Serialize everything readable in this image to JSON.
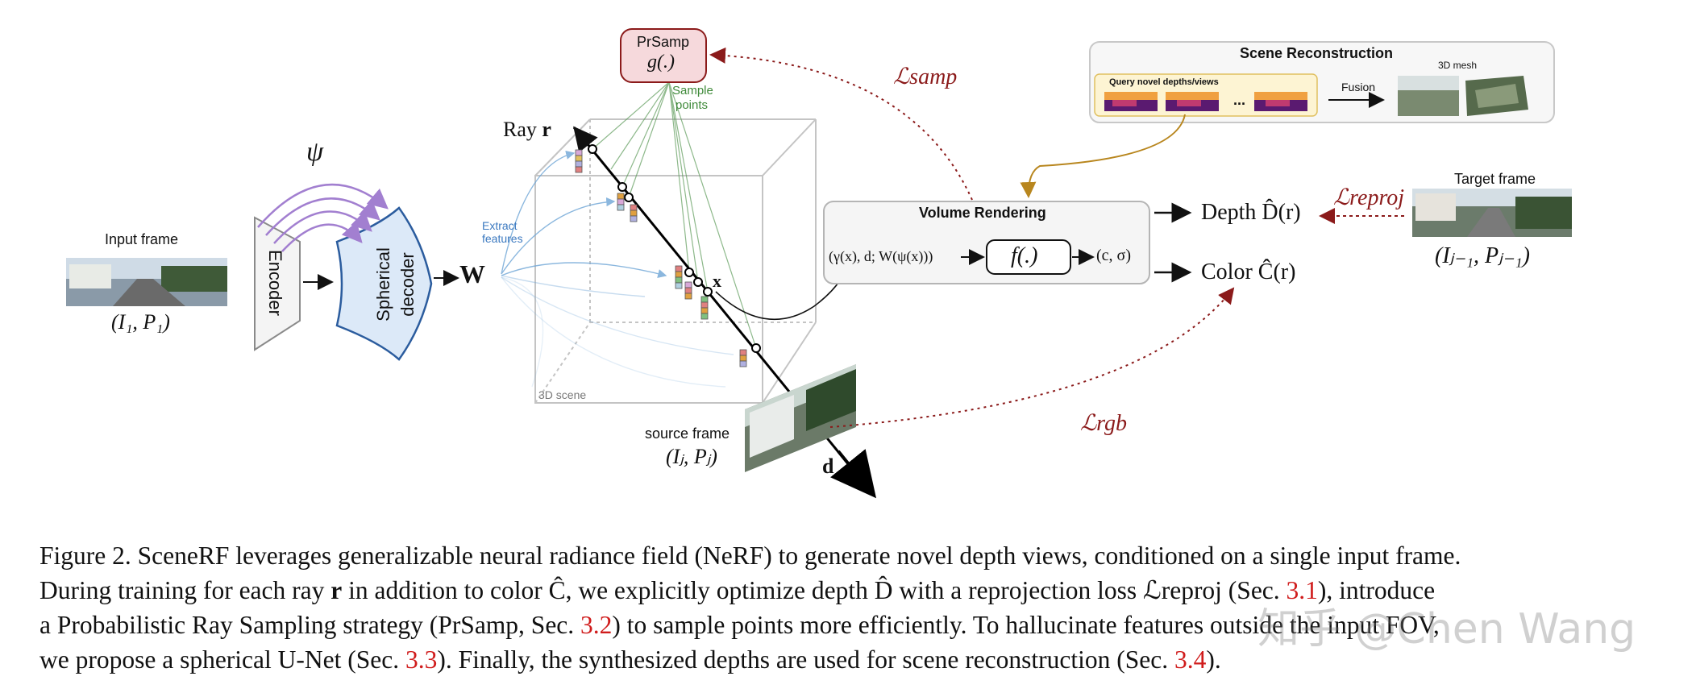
{
  "figure": {
    "input_frame_label": "Input frame",
    "input_pose": "(I₁, P₁)",
    "psi": "ψ",
    "encoder_label": "Encoder",
    "decoder_label_line1": "Spherical",
    "decoder_label_line2": "decoder",
    "w_symbol": "W",
    "extract_features_line1": "Extract",
    "extract_features_line2": "features",
    "prsamp_title": "PrSamp",
    "prsamp_func": "g(.)",
    "sample_points_line1": "Sample",
    "sample_points_line2": "points",
    "ray_label_word": "Ray",
    "ray_label_symbol": "r",
    "x_symbol": "x",
    "d_symbol": "d",
    "scene_label": "3D scene",
    "source_frame_label": "source frame",
    "source_pose": "(Iⱼ, Pⱼ)",
    "loss_samp": "ℒsamp",
    "loss_rgb": "ℒrgb",
    "loss_reproj": "ℒreproj",
    "volume_rendering_title": "Volume Rendering",
    "vr_input": "(γ(x), d; W(ψ(x)))",
    "vr_func": "f(.)",
    "vr_output": "(c, σ)",
    "depth_output": "Depth D̂(r)",
    "color_output": "Color Ĉ(r)",
    "target_frame_label": "Target frame",
    "target_pose": "(Iⱼ₋₁, Pⱼ₋₁)",
    "scene_recon_title": "Scene Reconstruction",
    "query_label": "Query novel depths/views",
    "ellipsis": "...",
    "fusion_label": "Fusion",
    "mesh_label": "3D mesh"
  },
  "caption": {
    "line1": "Figure 2. SceneRF leverages generalizable neural radiance field (NeRF) to generate novel depth views, conditioned on a single input frame.",
    "line2_a": "During training for each ray ",
    "line2_b": "r",
    "line2_c": " in addition to color Ĉ, we explicitly optimize depth D̂ with a reprojection loss ℒreproj (Sec. ",
    "ref_3_1": "3.1",
    "line2_d": "), introduce",
    "line3_a": "a Probabilistic Ray Sampling strategy (PrSamp, Sec. ",
    "ref_3_2": "3.2",
    "line3_b": ") to sample points more efficiently. To hallucinate features outside the input FOV,",
    "line4_a": "we propose a spherical U-Net (Sec. ",
    "ref_3_3": "3.3",
    "line4_b": "). Finally, the synthesized depths are used for scene reconstruction (Sec. ",
    "ref_3_4": "3.4",
    "line4_c": ")."
  },
  "watermark": "知乎 @Chen Wang",
  "colors": {
    "loss_red": "#8b1a1a",
    "ref_red": "#d01c1c",
    "decoder_fill": "#dce9f8",
    "decoder_stroke": "#2b5c9e",
    "prsamp_fill": "#f6d9dc",
    "psi_arrows": "#a27fd0",
    "feature_lines": "#6fa6d6",
    "sample_lines": "#5d9b5a",
    "fusion_arrow": "#b8861e"
  }
}
